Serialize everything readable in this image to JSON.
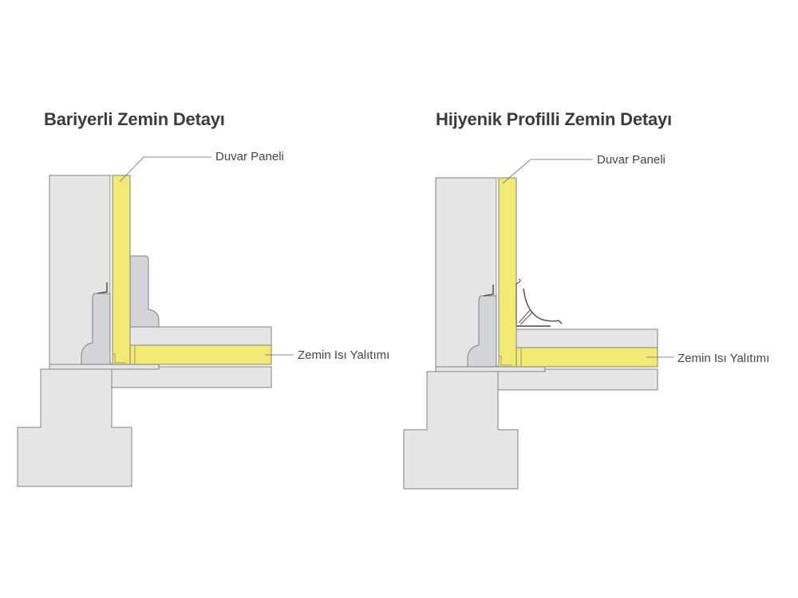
{
  "diagrams": [
    {
      "title": "Bariyerli Zemin Detayı",
      "labels": {
        "wall_panel": "Duvar Paneli",
        "floor_insulation": "Zemin Isı Yalıtımı"
      }
    },
    {
      "title": "Hijyenik Profilli Zemin Detayı",
      "labels": {
        "wall_panel": "Duvar Paneli",
        "floor_insulation": "Zemin Isı Yalıtımı"
      }
    }
  ],
  "colors": {
    "concrete": "#e6e6e6",
    "barrier": "#d2d3d6",
    "insulation": "#f3ea76",
    "outline": "#7a7a7a"
  }
}
